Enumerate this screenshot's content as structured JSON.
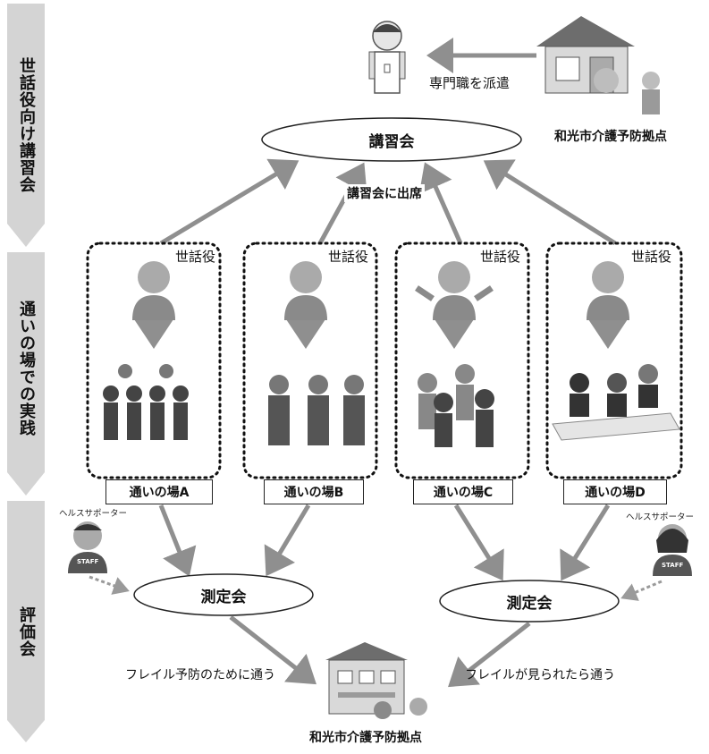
{
  "sidebar": {
    "sections": [
      {
        "label": "世話役向け講習会"
      },
      {
        "label": "通いの場での実践"
      },
      {
        "label": "評価会"
      }
    ]
  },
  "top": {
    "dispatch_label": "専門職を派遣",
    "base_label": "和光市介護予防拠点",
    "lecture_label": "講習会",
    "attend_label": "講習会に出席"
  },
  "groups": [
    {
      "role": "世話役",
      "place": "通いの場A"
    },
    {
      "role": "世話役",
      "place": "通いの場B"
    },
    {
      "role": "世話役",
      "place": "通いの場C"
    },
    {
      "role": "世話役",
      "place": "通いの場D"
    }
  ],
  "evaluation": {
    "left_measure": "測定会",
    "right_measure": "測定会",
    "helper_left": "ヘルスサポーター",
    "helper_right": "ヘルスサポーター",
    "staff_badge": "STAFF",
    "left_route": "フレイル予防のために通う",
    "right_route": "フレイルが見られたら通う",
    "bottom_base_label": "和光市介護予防拠点"
  },
  "colors": {
    "arrow": "#8f8f8f",
    "sidebar": "#d4d4d4",
    "person": "#9a9a9a"
  }
}
